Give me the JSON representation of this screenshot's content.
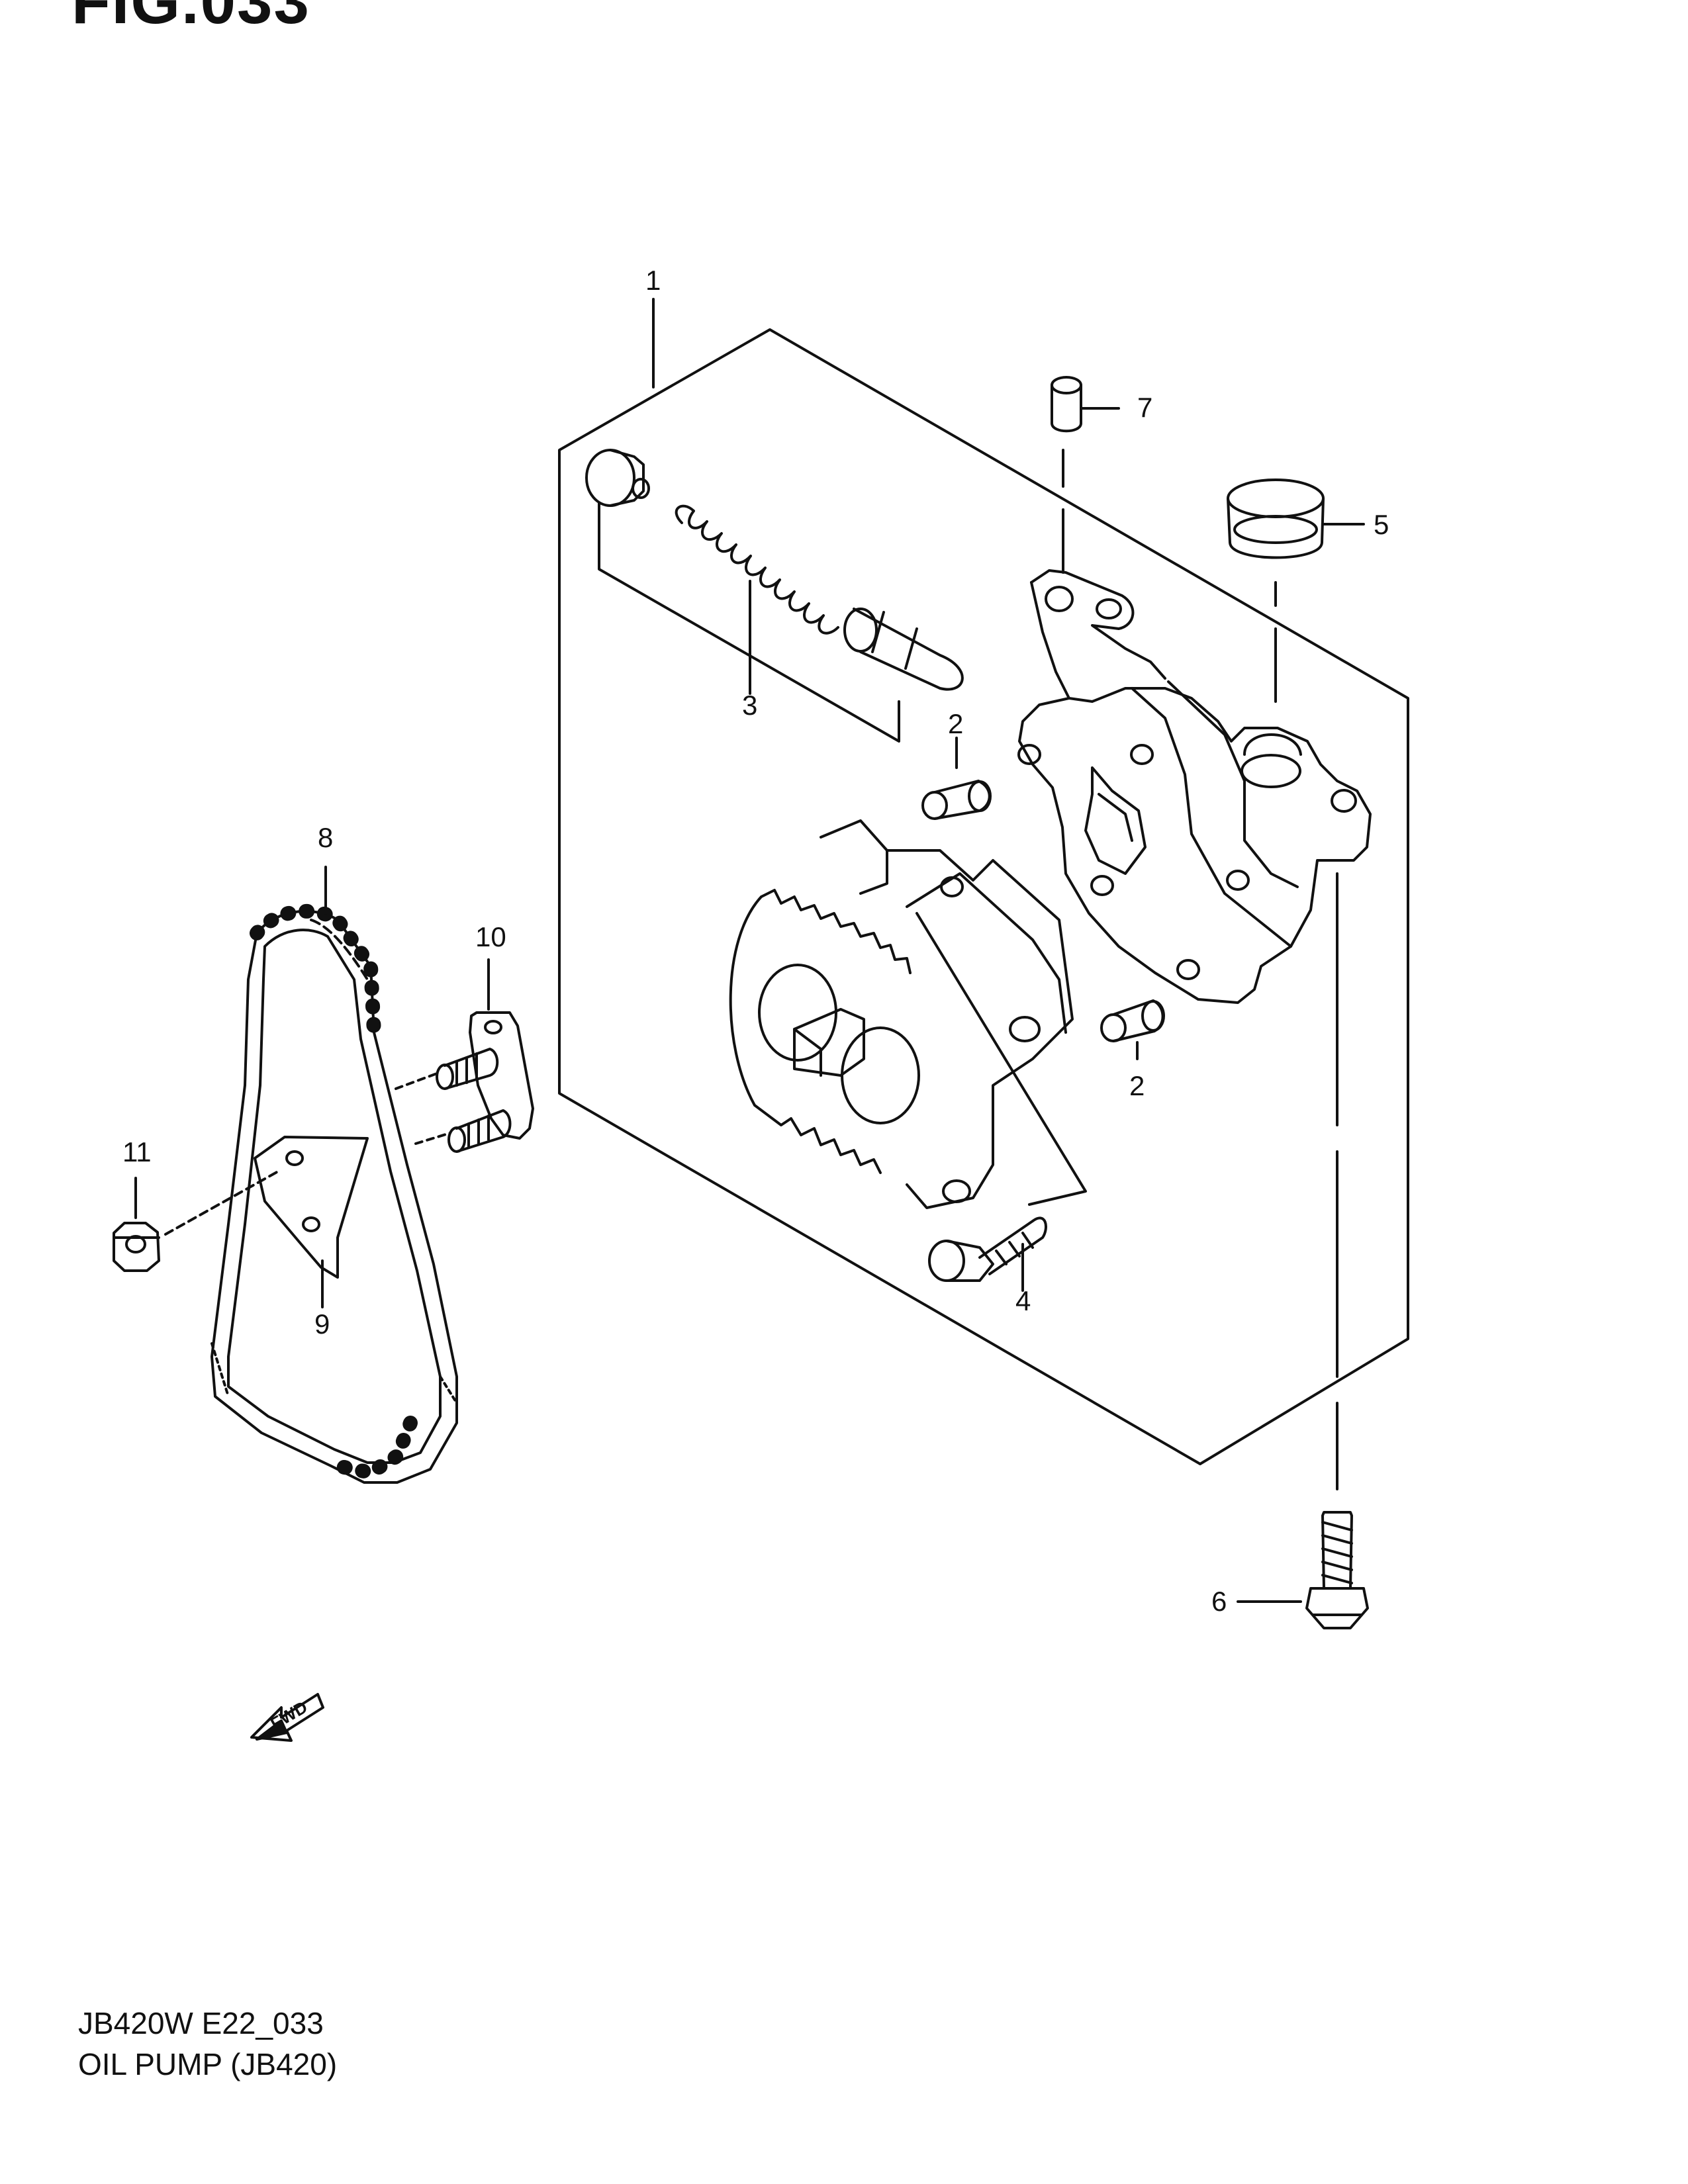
{
  "figure": {
    "title": "FIG.033"
  },
  "callouts": {
    "c1": "1",
    "c2a": "2",
    "c2b": "2",
    "c3": "3",
    "c4": "4",
    "c5": "5",
    "c6": "6",
    "c7": "7",
    "c8": "8",
    "c9": "9",
    "c10": "10",
    "c11": "11"
  },
  "fwd_label": "FWD",
  "caption": {
    "code": "JB420W E22_033",
    "name": "OIL PUMP (JB420)"
  }
}
